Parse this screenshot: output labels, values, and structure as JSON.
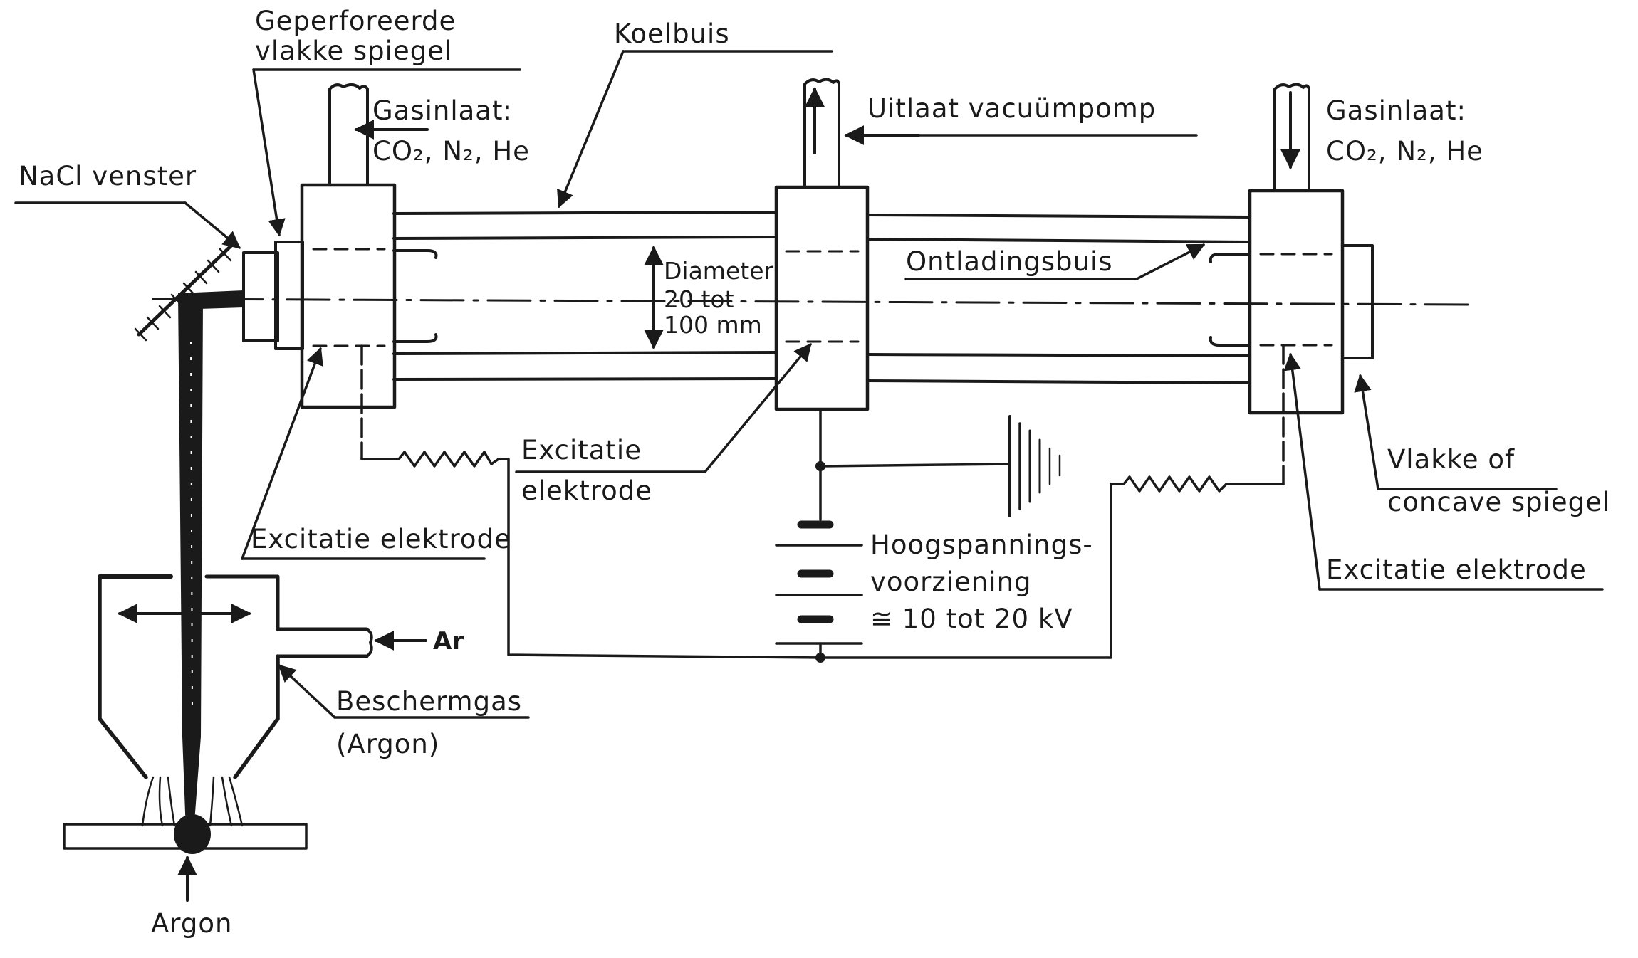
{
  "colors": {
    "ink": "#1a1a1a",
    "background": "#ffffff"
  },
  "labels": {
    "perforated_mirror_line1": "Geperforeerde",
    "perforated_mirror_line2": "vlakke spiegel",
    "cooling_tube": "Koelbuis",
    "gas_inlet_left_line1": "Gasinlaat:",
    "gas_inlet_left_line2": "CO₂, N₂, He",
    "vacuum_outlet": "Uitlaat vacuümpomp",
    "gas_inlet_right_line1": "Gasinlaat:",
    "gas_inlet_right_line2": "CO₂, N₂, He",
    "nacl_window": "NaCl venster",
    "diameter_line1": "Diameter",
    "diameter_line2": "20 tot",
    "diameter_line3": "100 mm",
    "discharge_tube": "Ontladingsbuis",
    "excitation_mid_line1": "Excitatie",
    "excitation_mid_line2": "elektrode",
    "flat_concave_line1": "Vlakke of",
    "flat_concave_line2": "concave spiegel",
    "excitation_left": "Excitatie elektrode",
    "hv_line1": "Hoogspannings-",
    "hv_line2": "voorziening",
    "hv_line3": "≅ 10 tot 20 kV",
    "excitation_right": "Excitatie elektrode",
    "ar": "Ar",
    "shield_gas_line1": "Beschermgas",
    "shield_gas_line2": "(Argon)",
    "argon": "Argon"
  }
}
